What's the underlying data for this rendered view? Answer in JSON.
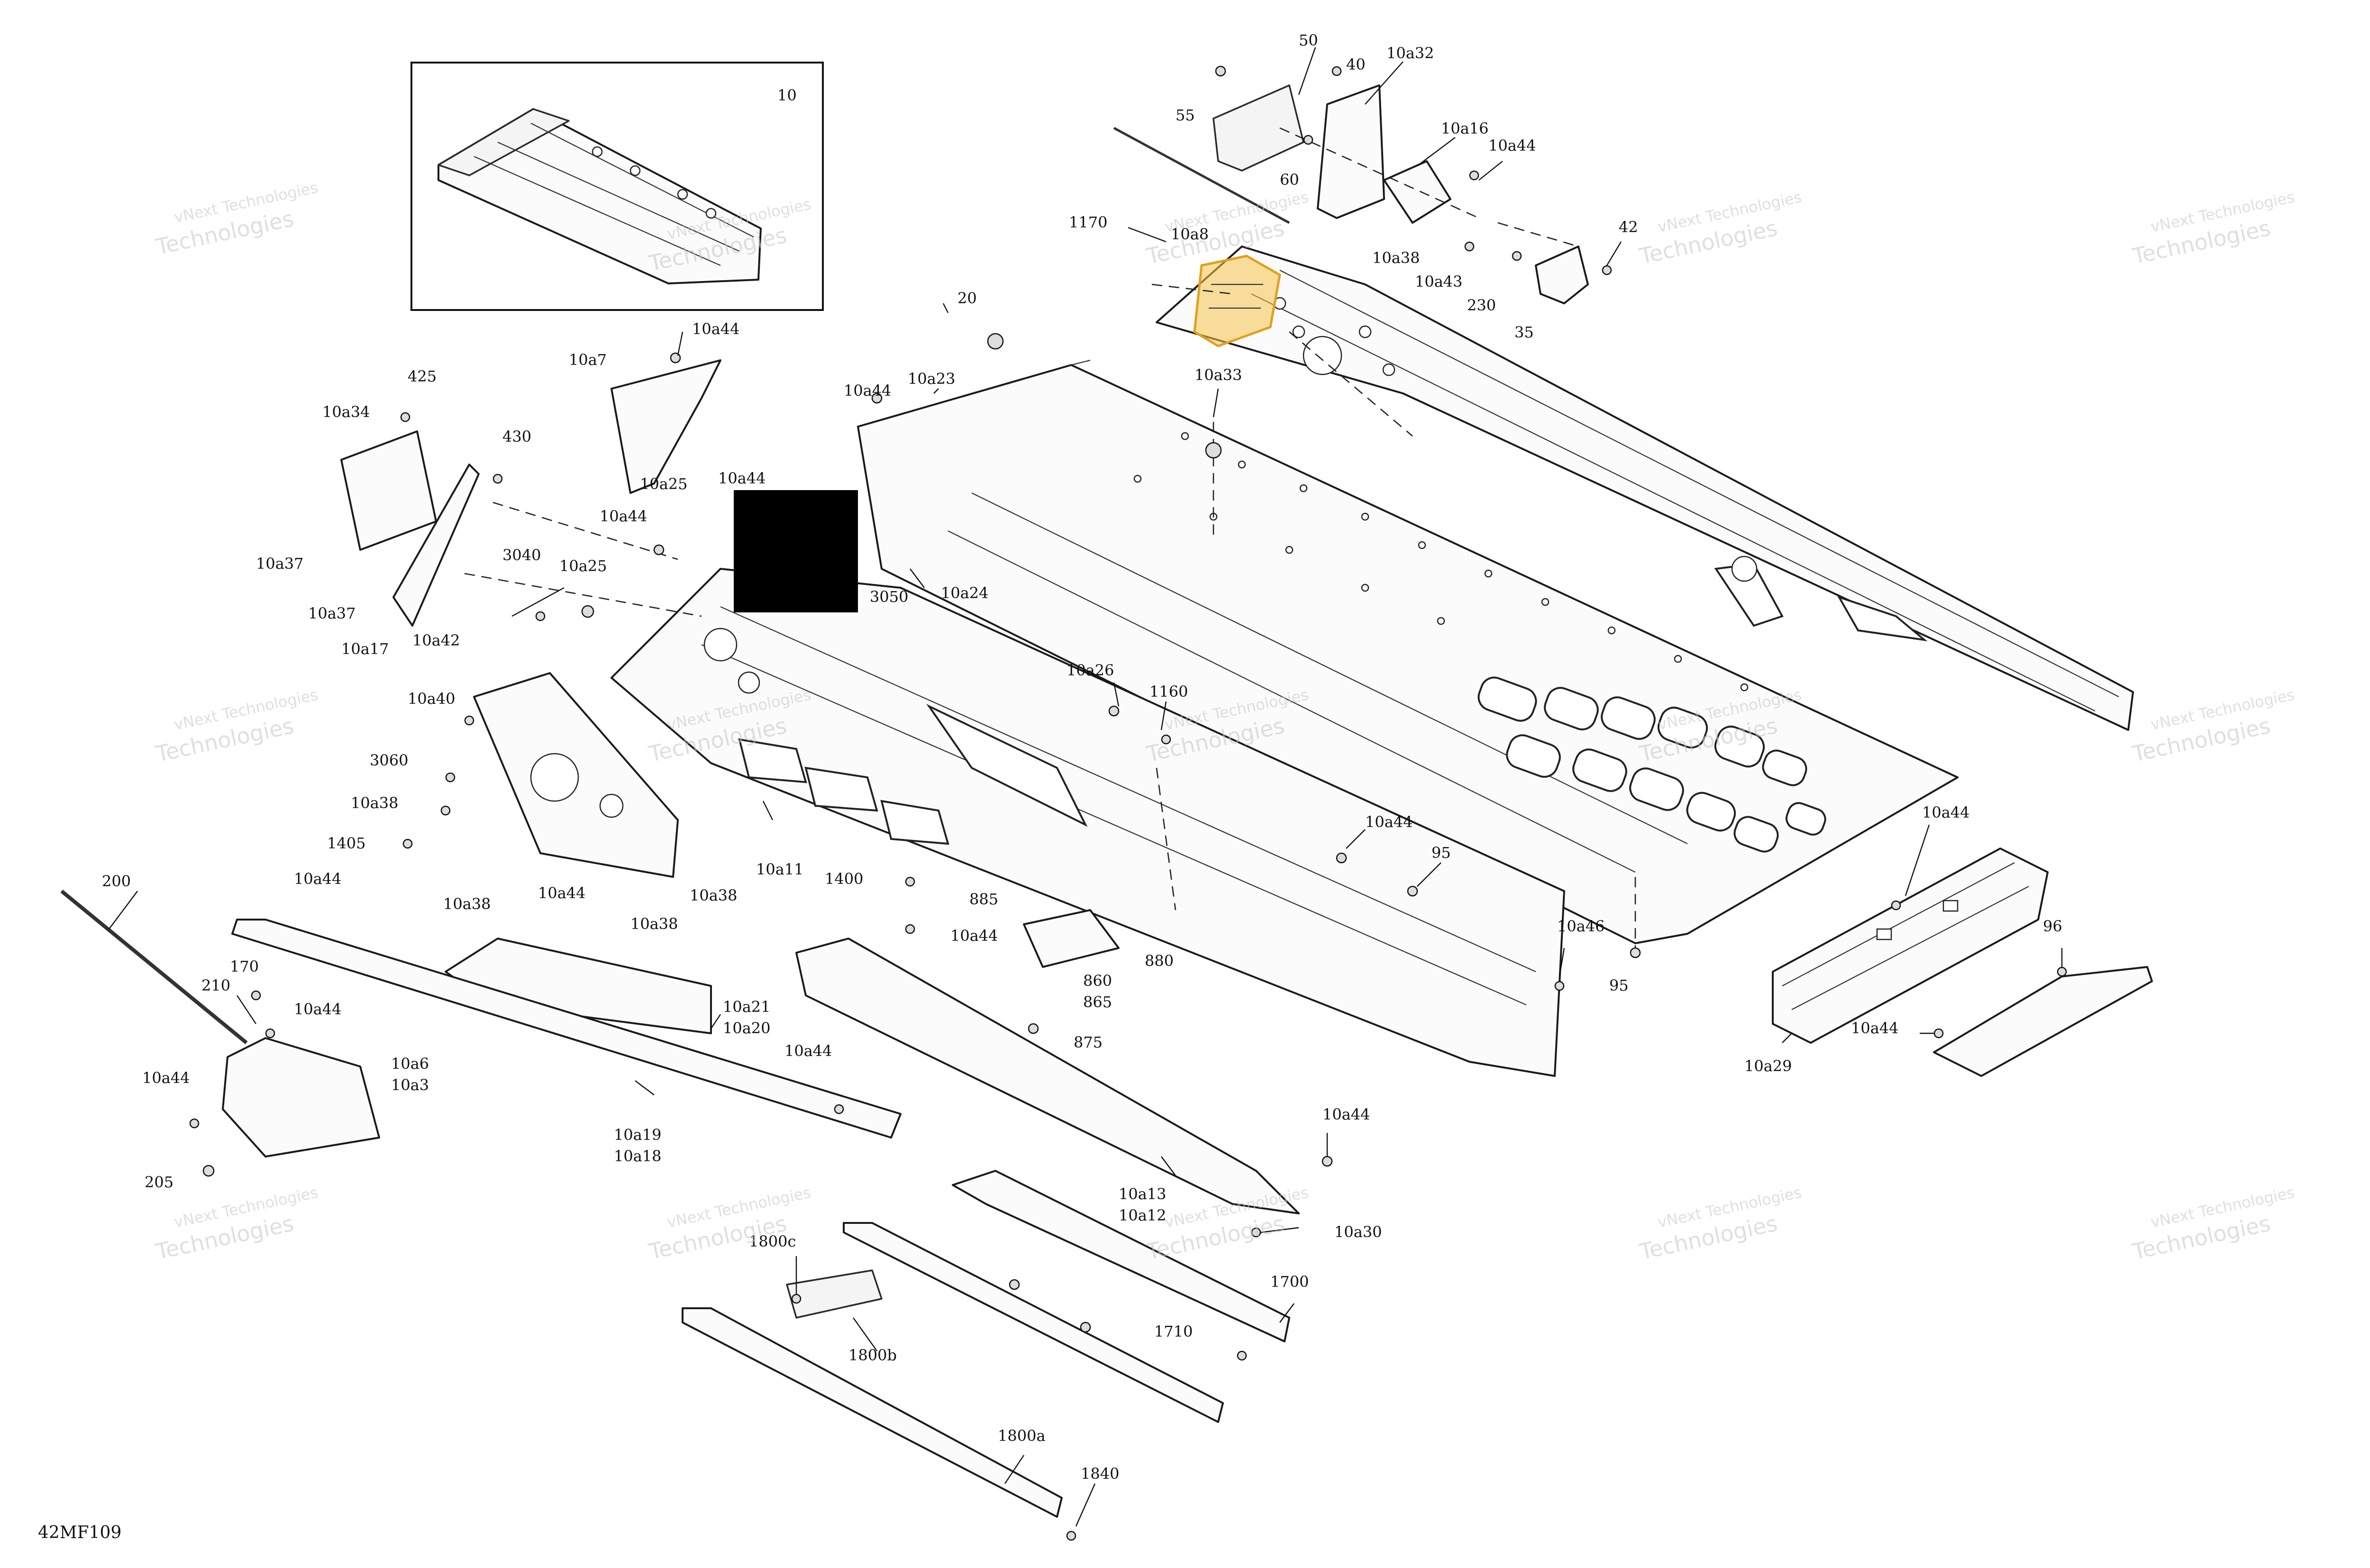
{
  "figure": {
    "code": "42MF109",
    "inset_label": "10"
  },
  "watermark": {
    "line1": "vNext Technologies",
    "line2": "Technologies"
  },
  "callouts": [
    "50",
    "10a32",
    "40",
    "55",
    "10a16",
    "10a44",
    "60",
    "1170",
    "10a8",
    "10a38",
    "42",
    "10a43",
    "230",
    "35",
    "20",
    "10a33",
    "10a44",
    "10a23",
    "10a7",
    "10a44",
    "425",
    "10a34",
    "430",
    "10a25",
    "10a44",
    "10a44",
    "3040",
    "10a25",
    "10a37",
    "10a37",
    "10a17",
    "10a42",
    "3050",
    "10a24",
    "10a26",
    "1160",
    "10a40",
    "3060",
    "10a38",
    "1405",
    "10a11",
    "1400",
    "10a44",
    "95",
    "10a38",
    "10a44",
    "10a38",
    "10a38",
    "200",
    "10a44",
    "170",
    "210",
    "10a44",
    "885",
    "10a44",
    "880",
    "860",
    "865",
    "875",
    "10a46",
    "95",
    "10a44",
    "96",
    "10a21",
    "10a20",
    "10a44",
    "10a6",
    "10a3",
    "10a44",
    "10a29",
    "10a44",
    "10a19",
    "10a18",
    "205",
    "10a44",
    "10a13",
    "10a12",
    "10a30",
    "1800c",
    "1700",
    "1710",
    "1800b",
    "1800a",
    "1840"
  ],
  "icons": [
    "bolt-icon",
    "nut-icon",
    "rivet-icon"
  ],
  "colors": {
    "highlight": "#f6c44a",
    "redaction": "#000000",
    "line": "#111111"
  }
}
